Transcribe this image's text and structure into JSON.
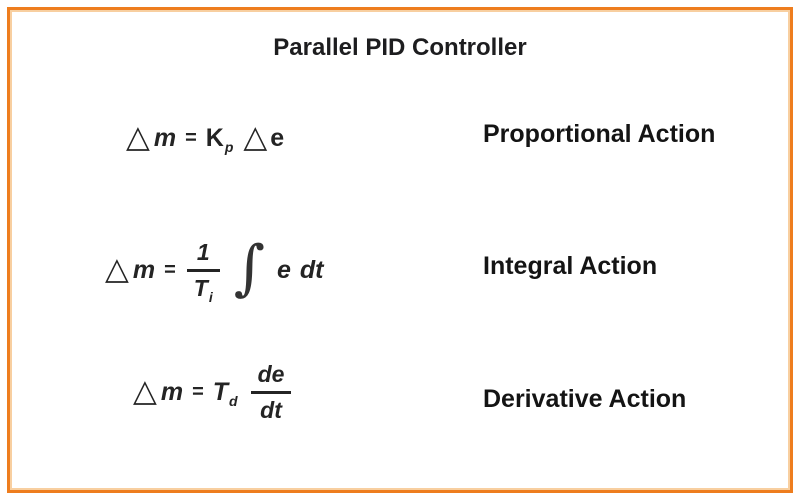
{
  "title": "Parallel PID Controller",
  "colors": {
    "frame_border": "#EE7D1E",
    "frame_inner_highlight": "#F8CFA0",
    "text": "#1d1d1f",
    "background": "#FFFFFF"
  },
  "rows": [
    {
      "label": "Proportional Action",
      "eq": {
        "delta1": "△",
        "var1": "m",
        "equals": "=",
        "coeff": "K",
        "coeff_sub": "p",
        "delta2": "△",
        "var2": "e"
      }
    },
    {
      "label": "Integral Action",
      "eq": {
        "delta1": "△",
        "var1": "m",
        "equals": "=",
        "num": "1",
        "den": "T",
        "den_sub": "i",
        "integral": "∫",
        "integrand": "e",
        "differential": "dt"
      }
    },
    {
      "label": "Derivative Action",
      "eq": {
        "delta1": "△",
        "var1": "m",
        "equals": "=",
        "coeff": "T",
        "coeff_sub": "d",
        "num": "de",
        "den": "dt"
      }
    }
  ]
}
